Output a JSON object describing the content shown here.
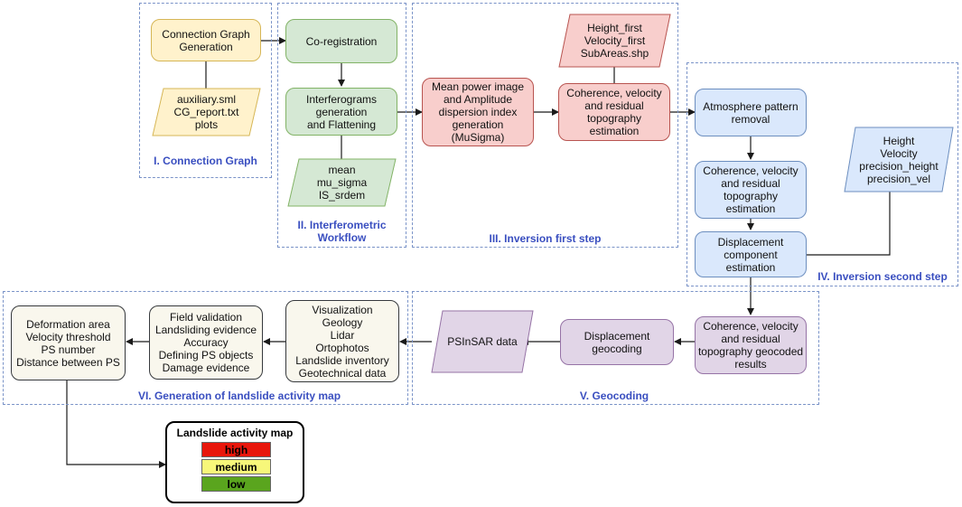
{
  "groups": {
    "g1": "I. Connection Graph",
    "g2": "II. Interferometric\nWorkflow",
    "g3": "III. Inversion first step",
    "g4": "IV. Inversion second step",
    "g5": "V. Geocoding",
    "g6": "VI. Generation of landslide activity map"
  },
  "nodes": {
    "connection_graph": [
      "Connection Graph",
      "Generation"
    ],
    "cg_outputs": [
      "auxiliary.sml",
      "CG_report.txt",
      "plots"
    ],
    "coregistration": [
      "Co-registration"
    ],
    "interferograms": [
      "Interferograms",
      "generation",
      "and Flattening"
    ],
    "if_outputs": [
      "mean",
      "mu_sigma",
      "IS_srdem"
    ],
    "mean_power": [
      "Mean power image",
      "and Amplitude",
      "dispersion index",
      "generation",
      "(MuSigma)"
    ],
    "first_outputs": [
      "Height_first",
      "Velocity_first",
      "SubAreas.shp"
    ],
    "coherence_first": [
      "Coherence, velocity",
      "and residual",
      "topography",
      "estimation"
    ],
    "atmosphere": [
      "Atmosphere pattern",
      "removal"
    ],
    "coherence_second": [
      "Coherence, velocity",
      "and residual",
      "topography",
      "estimation"
    ],
    "displacement_comp": [
      "Displacement",
      "component",
      "estimation"
    ],
    "second_outputs": [
      "Height",
      "Velocity",
      "precision_height",
      "precision_vel"
    ],
    "coherence_geocoded": [
      "Coherence, velocity",
      "and residual",
      "topography geocoded",
      "results"
    ],
    "displacement_geocoding": [
      "Displacement",
      "geocoding"
    ],
    "psinsar": [
      "PSInSAR data"
    ],
    "visualization": [
      "Visualization",
      "Geology",
      "Lidar",
      "Ortophotos",
      "Landslide inventory",
      "Geotechnical data"
    ],
    "field_validation": [
      "Field validation",
      "Landsliding evidence",
      "Accuracy",
      "Defining PS objects",
      "Damage evidence"
    ],
    "deformation": [
      "Deformation area",
      "Velocity threshold",
      "PS number",
      "Distance between PS"
    ]
  },
  "legend": {
    "title": "Landslide activity map",
    "levels": [
      {
        "label": "high",
        "color": "#e8170c"
      },
      {
        "label": "medium",
        "color": "#f7f77a"
      },
      {
        "label": "low",
        "color": "#5aa51e"
      }
    ]
  }
}
